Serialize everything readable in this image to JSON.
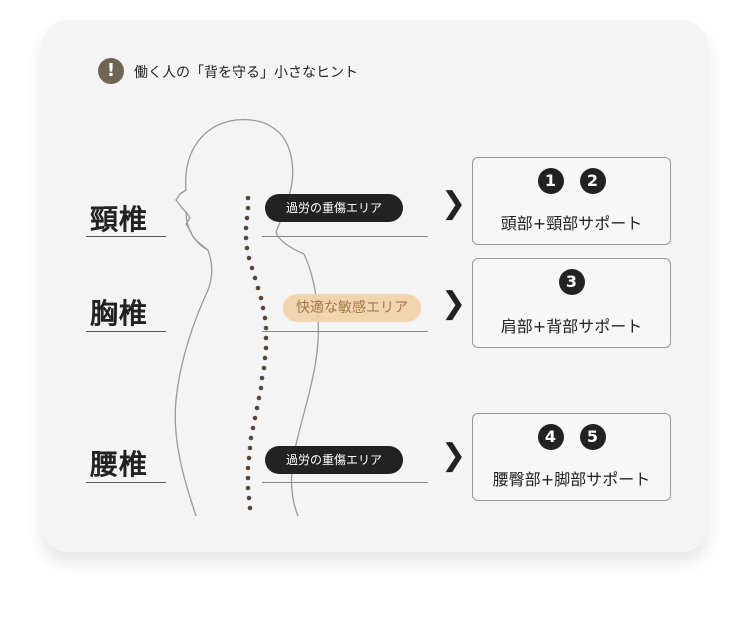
{
  "hint": {
    "icon": "exclamation-icon",
    "text": "働く人の「背を守る」小さなヒント"
  },
  "colors": {
    "card_bg": "#f4f4f4",
    "pill_dark": "#222222",
    "pill_warm": "#f0d2a8",
    "hint_icon": "#6f6353",
    "spine_dots": "#5b4636"
  },
  "sections": [
    {
      "label": "頸椎",
      "pill": "過労の重傷エリア",
      "numbers": [
        "1",
        "2"
      ],
      "support": "頭部+頸部サポート"
    },
    {
      "label": "胸椎",
      "pill": "快適な敏感エリア",
      "numbers": [
        "3"
      ],
      "support": "肩部+背部サポート"
    },
    {
      "label": "腰椎",
      "pill": "過労の重傷エリア",
      "numbers": [
        "4",
        "5"
      ],
      "support": "腰臀部+脚部サポート"
    }
  ]
}
